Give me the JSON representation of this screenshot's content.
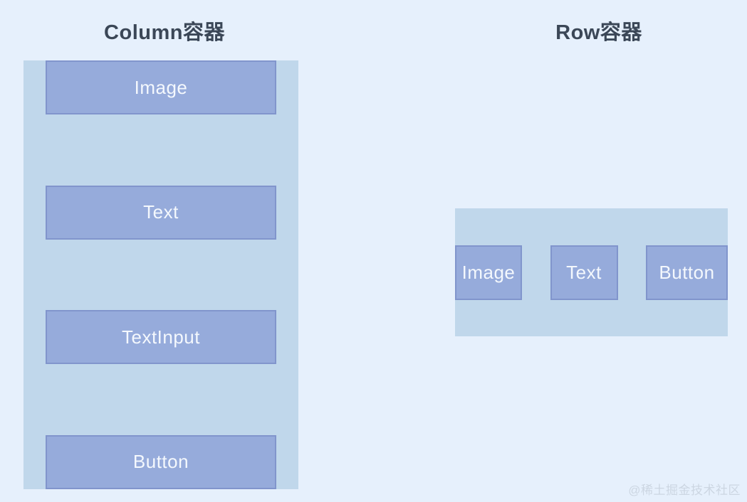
{
  "page": {
    "watermark": "@稀土掘金技术社区"
  },
  "colors": {
    "page_background": "#e6f0fc",
    "container_fill": "#c0d7eb",
    "box_fill": "#96abdb",
    "box_border": "#8195cc",
    "title_text": "#3b4757",
    "box_label_text": "#f4f8fd",
    "watermark_text": "#ccd6e2"
  },
  "column_section": {
    "title": "Column容器",
    "boxes": [
      {
        "label": "Image"
      },
      {
        "label": "Text"
      },
      {
        "label": "TextInput"
      },
      {
        "label": "Button"
      }
    ]
  },
  "row_section": {
    "title": "Row容器",
    "boxes": [
      {
        "label": "Image"
      },
      {
        "label": "Text"
      },
      {
        "label": "Button"
      }
    ]
  }
}
